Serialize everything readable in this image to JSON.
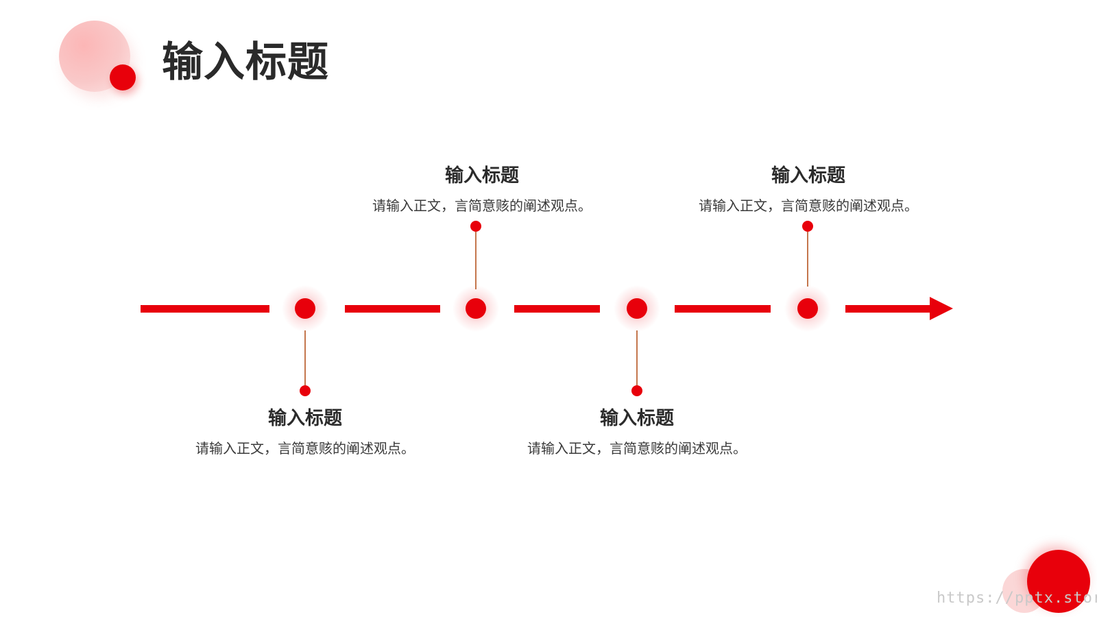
{
  "header": {
    "title": "输入标题"
  },
  "colors": {
    "accent": "#e8000b",
    "connector": "#b5531f",
    "title_text": "#2a2a2a",
    "body_text": "#3a3a3a"
  },
  "timeline": {
    "nodes": [
      {
        "title": "输入标题",
        "desc": "请输入正文，言简意赅的阐述观点。",
        "position": "below"
      },
      {
        "title": "输入标题",
        "desc": "请输入正文，言简意赅的阐述观点。",
        "position": "above"
      },
      {
        "title": "输入标题",
        "desc": "请输入正文，言简意赅的阐述观点。",
        "position": "below"
      },
      {
        "title": "输入标题",
        "desc": "请输入正文，言简意赅的阐述观点。",
        "position": "above"
      }
    ]
  },
  "footer": {
    "watermark": "https://pptx.store"
  }
}
